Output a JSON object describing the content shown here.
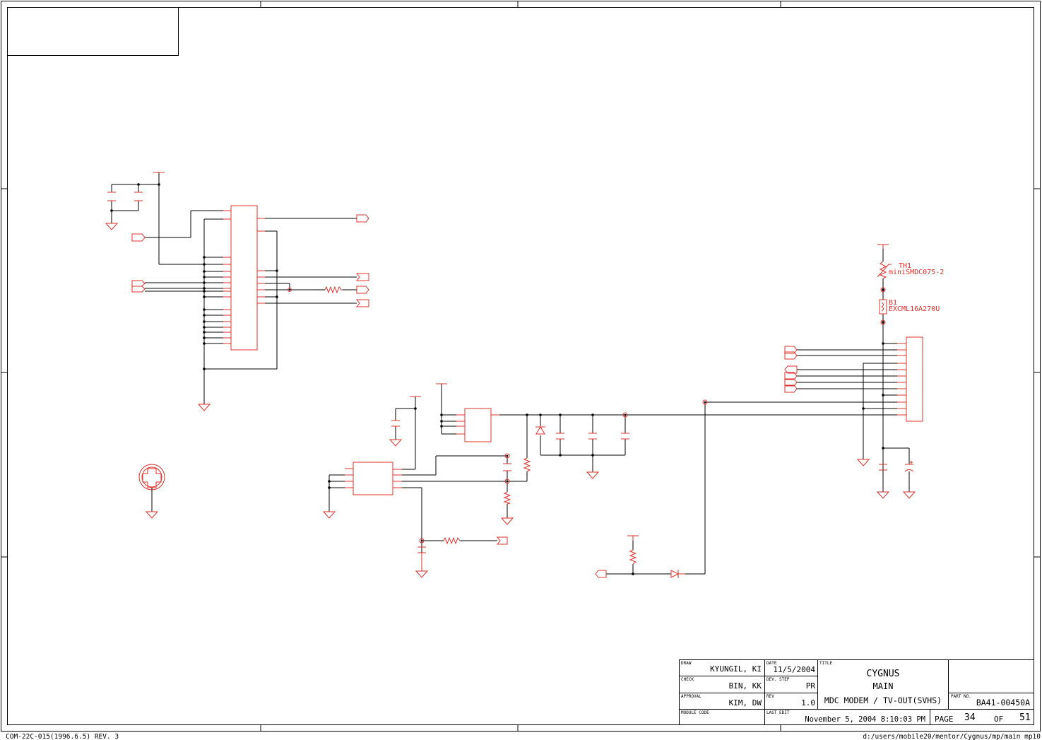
{
  "colors": {
    "schematic": "#e0302a",
    "frame": "#000000",
    "background": "#ffffff"
  },
  "components": {
    "th1": {
      "ref": "TH1",
      "part": "miniSMDC075-2"
    },
    "b1": {
      "ref": "B1",
      "part": "EXCML16A270U"
    }
  },
  "title_block": {
    "draw_caption": "DRAW",
    "draw_value": "KYUNGIL, KI",
    "check_caption": "CHECK",
    "check_value": "BIN, KK",
    "approval_caption": "APPROVAL",
    "approval_value": "KIM, DW",
    "module_caption": "MODULE CODE",
    "date_caption": "DATE",
    "date_value": "11/5/2004",
    "devstep_caption": "DEV. STEP",
    "devstep_value": "PR",
    "rev_caption": "REV",
    "rev_value": "1.0",
    "lastedit_caption": "LAST EDIT",
    "lastedit_value": "November 5, 2004  8:10:03 PM",
    "title_caption": "TITLE",
    "title_line1": "CYGNUS",
    "title_line2": "MAIN",
    "title_line3": "MDC MODEM / TV-OUT(SVHS)",
    "partno_caption": "PART NO.",
    "partno_value": "BA41-00450A",
    "page_caption": "PAGE",
    "page_number": "34",
    "of_caption": "OF",
    "page_total": "51"
  },
  "footer": {
    "form_id": "COM-22C-015(1996.6.5) REV. 3",
    "file_path": "d:/users/mobile20/mentor/Cygnus/mp/main_mp10"
  }
}
